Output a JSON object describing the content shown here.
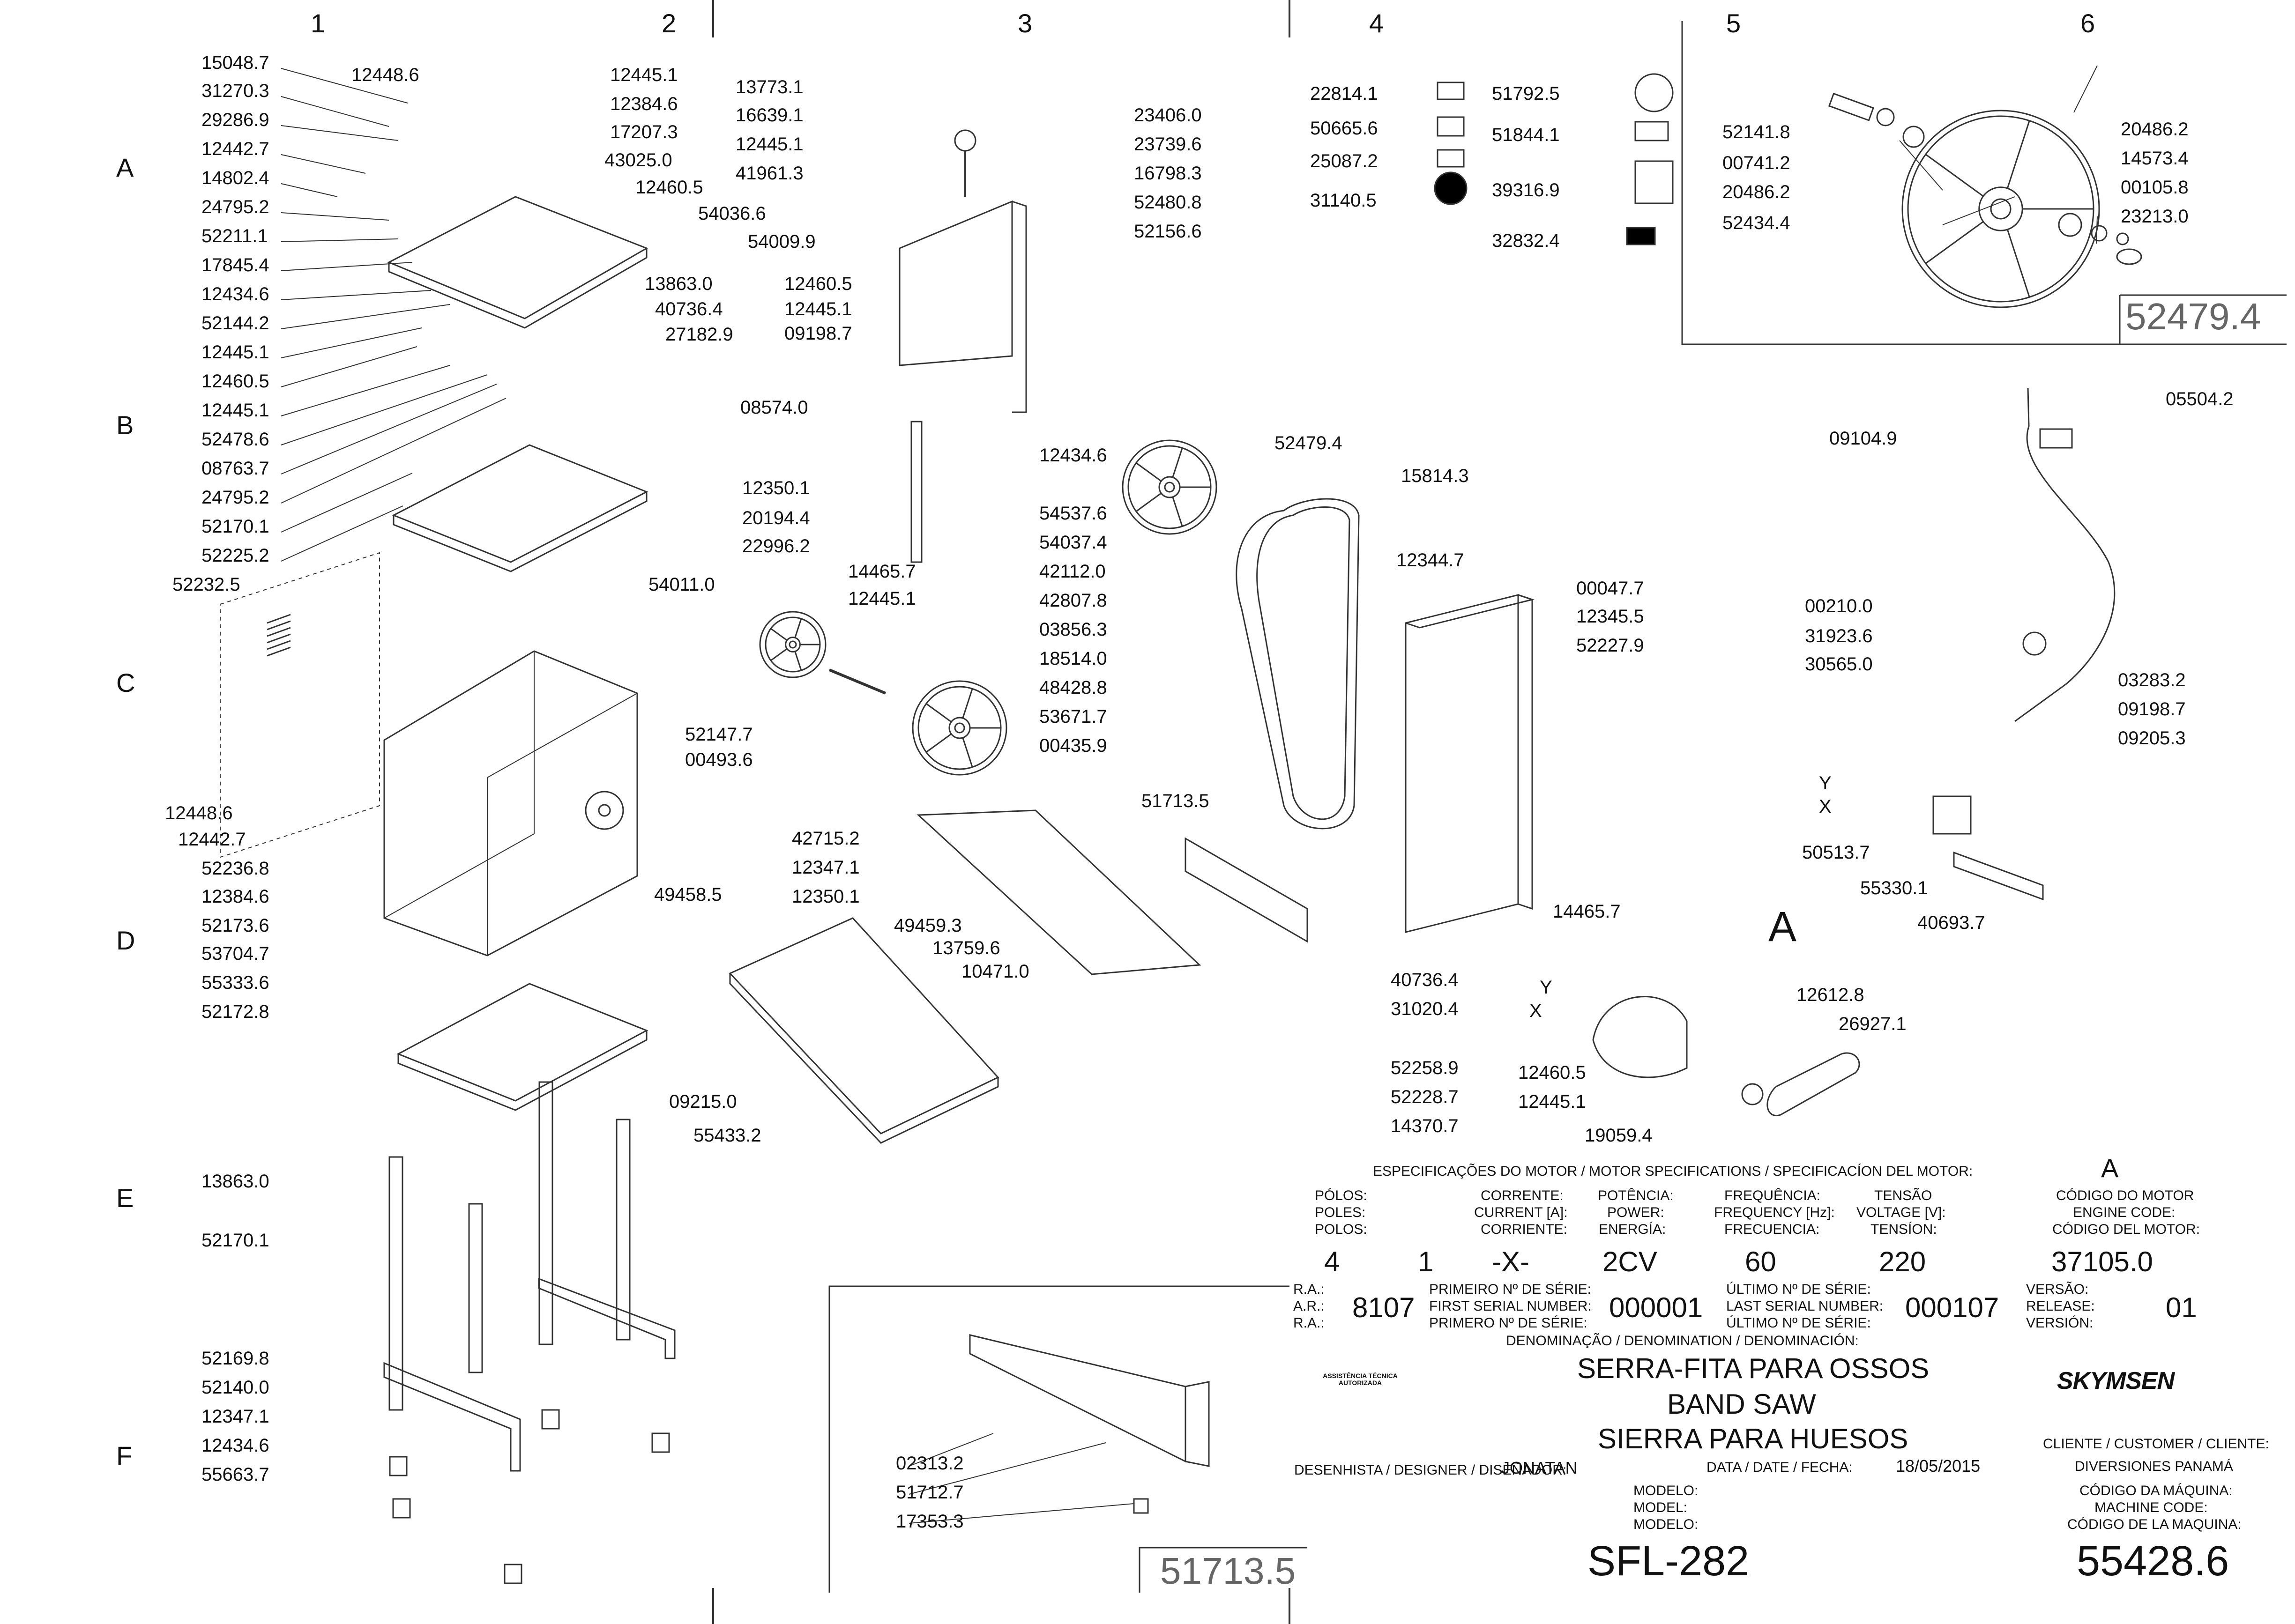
{
  "grid": {
    "cols": [
      "1",
      "2",
      "3",
      "4",
      "5",
      "6"
    ],
    "rows": [
      "A",
      "B",
      "C",
      "D",
      "E",
      "F"
    ]
  },
  "parts": {
    "c1": [
      "15048.7",
      "31270.3",
      "29286.9",
      "12442.7",
      "14802.4",
      "24795.2",
      "52211.1",
      "17845.4",
      "12434.6",
      "52144.2",
      "12445.1",
      "12460.5",
      "12445.1",
      "52478.6",
      "08763.7",
      "24795.2",
      "52170.1",
      "52225.2"
    ],
    "c1_top": [
      "12448.6",
      "12445.1",
      "12384.6",
      "17207.3",
      "43025.0",
      "12460.5",
      "54036.6"
    ],
    "c1_mid": [
      "13863.0",
      "40736.4",
      "27182.9"
    ],
    "c1_lower": [
      "52232.5",
      "12448.6",
      "12442.7",
      "52236.8",
      "12384.6",
      "52173.6",
      "53704.7",
      "55333.6",
      "52172.8",
      "13863.0",
      "52170.1",
      "52169.8",
      "52140.0",
      "12347.1",
      "12434.6",
      "55663.7"
    ],
    "c3_left": [
      "13773.1",
      "16639.1",
      "12445.1",
      "41961.3",
      "54009.9",
      "12460.5",
      "12445.1",
      "09198.7",
      "08574.0",
      "12350.1",
      "20194.4",
      "22996.2",
      "14465.7",
      "12445.1",
      "54011.0",
      "52147.7",
      "00493.6"
    ],
    "c3_right": [
      "23406.0",
      "23739.6",
      "16798.3",
      "52480.8",
      "52156.6",
      "12434.6",
      "54537.6",
      "54037.4",
      "42112.0",
      "42807.8",
      "03856.3",
      "18514.0",
      "48428.8",
      "53671.7",
      "00435.9"
    ],
    "c3_table": [
      "42715.2",
      "12347.1",
      "12350.1",
      "49458.5",
      "49459.3",
      "13759.6",
      "10471.0",
      "09215.0",
      "55433.2"
    ],
    "c3_table_right": [
      "51713.5",
      "40736.4",
      "31020.4",
      "52258.9",
      "52228.7",
      "14370.7"
    ],
    "c4_labels": [
      "22814.1",
      "50665.6",
      "25087.2",
      "31140.5",
      "51792.5",
      "51844.1",
      "39316.9",
      "32832.4"
    ],
    "c4_mid": [
      "52479.4",
      "15814.3",
      "12344.7",
      "00047.7",
      "12345.5",
      "52227.9"
    ],
    "c5_wheel": [
      "52141.8",
      "00741.2",
      "20486.2",
      "52434.4",
      "20486.2",
      "14573.4",
      "00105.8",
      "23213.0"
    ],
    "c5_wheel_box": "52479.4",
    "c5_elec": [
      "09104.9",
      "05504.2",
      "00210.0",
      "31923.6",
      "30565.0",
      "03283.2",
      "09198.7",
      "09205.3",
      "50513.7",
      "55330.1",
      "40693.7"
    ],
    "c5_motor": [
      "14465.7",
      "12612.8",
      "26927.1",
      "12460.5",
      "12445.1",
      "19059.4"
    ],
    "xy": [
      "Y",
      "X",
      "Y",
      "X"
    ],
    "motor_letter": "A",
    "bottom_detail": [
      "02313.2",
      "51712.7",
      "17353.3"
    ],
    "bottom_detail_box": "51713.5"
  },
  "spec": {
    "heading": "ESPECIFICAÇÕES DO MOTOR / MOTOR SPECIFICATIONS / SPECIFICACÍON DEL MOTOR:",
    "letter": "A",
    "poles_label": [
      "PÓLOS:",
      "POLES:",
      "POLOS:"
    ],
    "current_label": [
      "CORRENTE:",
      "CURRENT [A]:",
      "CORRIENTE:"
    ],
    "power_label": [
      "POTÊNCIA:",
      "POWER:",
      "ENERGÍA:"
    ],
    "freq_label": [
      "FREQUÊNCIA:",
      "FREQUENCY [Hz]:",
      "FRECUENCIA:"
    ],
    "voltage_label": [
      "TENSÃO",
      "VOLTAGE [V]:",
      "TENSÍON:"
    ],
    "engine_label": [
      "CÓDIGO DO MOTOR",
      "ENGINE CODE:",
      "CÓDIGO DEL MOTOR:"
    ],
    "poles": "4",
    "phase": "1",
    "current": "-X-",
    "power": "2CV",
    "freq": "60",
    "voltage": "220",
    "engine_code": "37105.0"
  },
  "title_block": {
    "ra_label": [
      "R.A.:",
      "A.R.:",
      "R.A.:"
    ],
    "ra": "8107",
    "first_label": [
      "PRIMEIRO Nº DE SÉRIE:",
      "FIRST SERIAL NUMBER:",
      "PRIMERO Nº DE SÉRIE:"
    ],
    "first": "000001",
    "last_label": [
      "ÚLTIMO Nº DE SÉRIE:",
      "LAST SERIAL NUMBER:",
      "ÚLTIMO Nº DE SÉRIE:"
    ],
    "last": "000107",
    "version_label": [
      "VERSÃO:",
      "RELEASE:",
      "VERSIÓN:"
    ],
    "version": "01",
    "denomination_label": "DENOMINAÇÃO / DENOMINATION / DENOMINACIÓN:",
    "names": [
      "SERRA-FITA PARA OSSOS",
      "BAND SAW",
      "SIERRA PARA HUESOS"
    ],
    "designer_label": "DESENHISTA / DESIGNER / DISEÑADOR:",
    "designer": "JONATAN",
    "date_label": "DATA / DATE / FECHA:",
    "date": "18/05/2015",
    "client_label": "CLIENTE / CUSTOMER / CLIENTE:",
    "client": "DIVERSIONES PANAMÁ",
    "model_label": [
      "MODELO:",
      "MODEL:",
      "MODELO:"
    ],
    "model": "SFL-282",
    "machine_label": [
      "CÓDIGO DA MÁQUINA:",
      "MACHINE CODE:",
      "CÓDIGO DE LA MAQUINA:"
    ],
    "machine": "55428.6",
    "brand": "SKYMSEN",
    "seal": "ASSISTÊNCIA TÉCNICA AUTORIZADA"
  }
}
